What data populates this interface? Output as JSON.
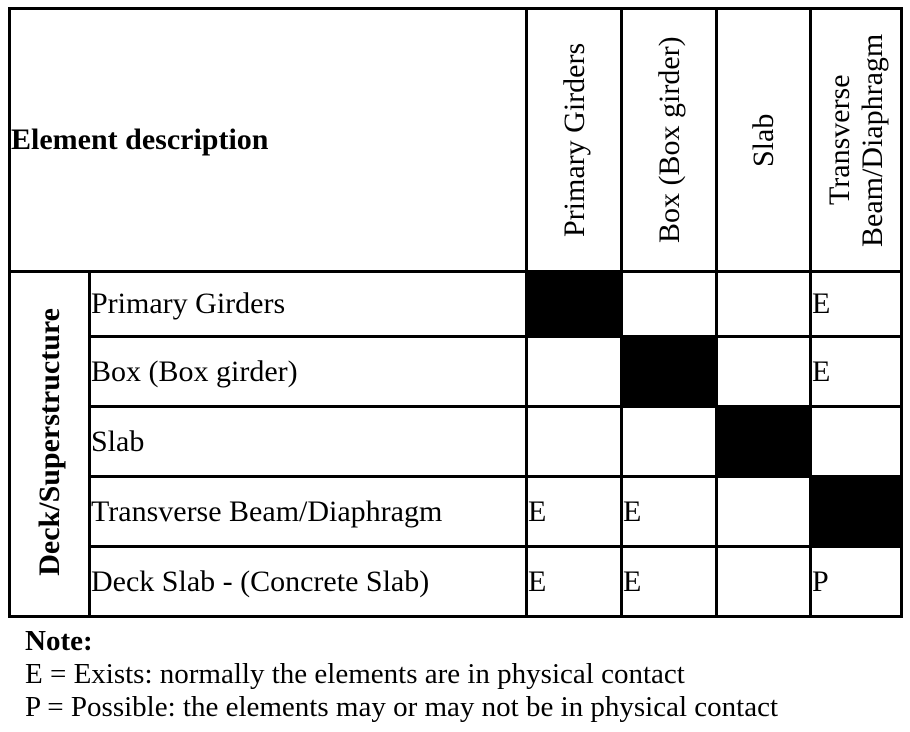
{
  "table": {
    "corner_header": "Element description",
    "group_label": "Deck/Superstructure",
    "column_headers": [
      "Primary Girders",
      "Box (Box girder)",
      "Slab",
      "Transverse Beam/Diaphragm"
    ],
    "rows": [
      {
        "label": "Primary Girders",
        "cells": [
          {
            "value": "",
            "filled": "true"
          },
          {
            "value": "",
            "filled": "false"
          },
          {
            "value": "",
            "filled": "false"
          },
          {
            "value": "E",
            "filled": "false"
          }
        ]
      },
      {
        "label": "Box (Box girder)",
        "cells": [
          {
            "value": "",
            "filled": "false"
          },
          {
            "value": "",
            "filled": "true"
          },
          {
            "value": "",
            "filled": "false"
          },
          {
            "value": "E",
            "filled": "false"
          }
        ]
      },
      {
        "label": "Slab",
        "cells": [
          {
            "value": "",
            "filled": "false"
          },
          {
            "value": "",
            "filled": "false"
          },
          {
            "value": "",
            "filled": "true"
          },
          {
            "value": "",
            "filled": "false"
          }
        ]
      },
      {
        "label": "Transverse Beam/Diaphragm",
        "cells": [
          {
            "value": "E",
            "filled": "false"
          },
          {
            "value": "E",
            "filled": "false"
          },
          {
            "value": "",
            "filled": "false"
          },
          {
            "value": "",
            "filled": "true"
          }
        ]
      },
      {
        "label": "Deck Slab - (Concrete Slab)",
        "cells": [
          {
            "value": "E",
            "filled": "false"
          },
          {
            "value": "E",
            "filled": "false"
          },
          {
            "value": "",
            "filled": "false"
          },
          {
            "value": "P",
            "filled": "false"
          }
        ]
      }
    ]
  },
  "note": {
    "title": "Note:",
    "lines": [
      "E = Exists: normally the elements are in physical contact",
      "P = Possible: the elements may or may not be in physical contact"
    ]
  },
  "colors": {
    "ink": "#000000",
    "background": "#ffffff",
    "filled_cell": "#000000"
  }
}
